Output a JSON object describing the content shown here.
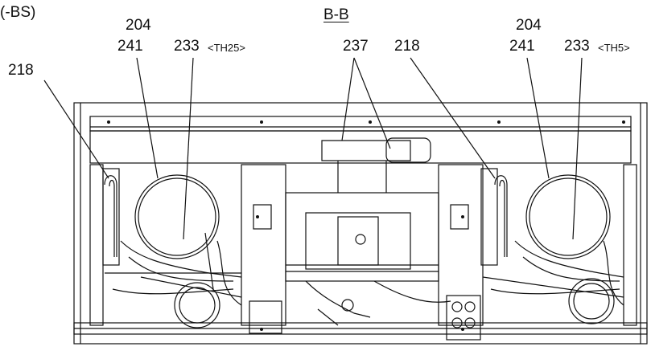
{
  "header_fragment": "(-BS)",
  "section_title": "B-B",
  "callouts": {
    "left_204": "204",
    "left_241": "241",
    "left_233": "233",
    "left_233_tag": "<TH25>",
    "left_218": "218",
    "center_237": "237",
    "center_218": "218",
    "right_204": "204",
    "right_241": "241",
    "right_233": "233",
    "right_233_tag": "<TH5>"
  }
}
